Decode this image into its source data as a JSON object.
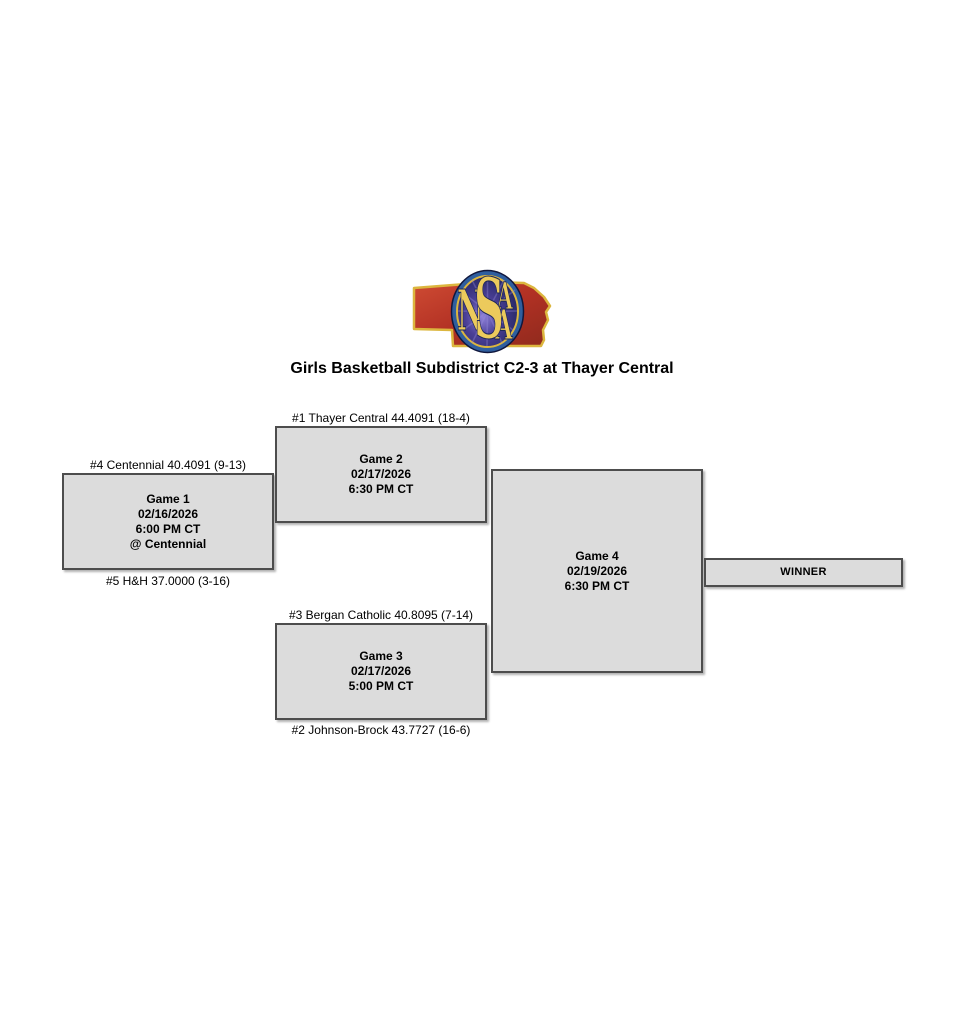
{
  "title": "Girls Basketball Subdistrict C2-3 at Thayer Central",
  "logo": {
    "alt": "NSAA logo",
    "letters": [
      "N",
      "S",
      "A",
      "A"
    ],
    "colors": {
      "state_red": "#b23124",
      "gold": "#dcb63e",
      "ring_blue": "#2f5e9e",
      "navy": "#131b4a"
    }
  },
  "bracket": {
    "winner_label": "WINNER",
    "games": [
      {
        "name": "Game 1",
        "date": "02/16/2026",
        "time": "6:00 PM CT",
        "location": "@ Centennial",
        "top_seed": "#4 Centennial 40.4091 (9-13)",
        "bottom_seed": "#5 H&H 37.0000 (3-16)"
      },
      {
        "name": "Game 2",
        "date": "02/17/2026",
        "time": "6:30 PM CT",
        "top_seed": "#1 Thayer Central 44.4091 (18-4)"
      },
      {
        "name": "Game 3",
        "date": "02/17/2026",
        "time": "5:00 PM CT",
        "top_seed": "#3 Bergan Catholic 40.8095 (7-14)",
        "bottom_seed": "#2 Johnson-Brock 43.7727 (16-6)"
      },
      {
        "name": "Game 4",
        "date": "02/19/2026",
        "time": "6:30 PM CT"
      }
    ]
  },
  "colors": {
    "page_bg": "#ffffff",
    "box_fill": "#dcdcdc",
    "box_border": "#4d4d4d"
  }
}
